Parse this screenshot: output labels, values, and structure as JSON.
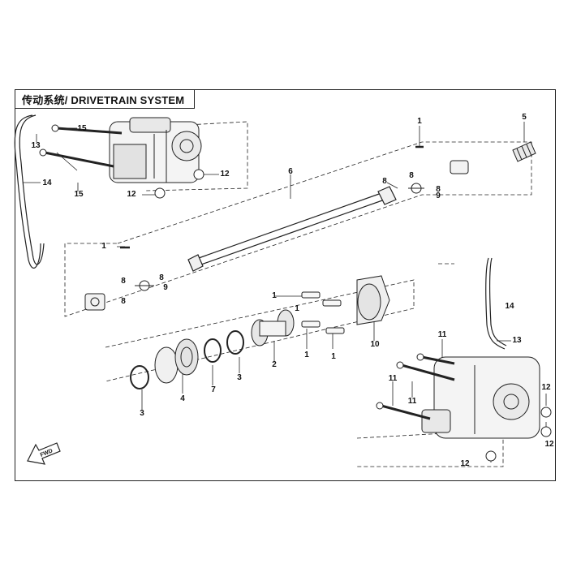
{
  "title": "传动系统/ DRIVETRAIN SYSTEM",
  "fwd_label": "FWD",
  "callouts": [
    {
      "id": "c15a",
      "text": "15"
    },
    {
      "id": "c13a",
      "text": "13"
    },
    {
      "id": "c15b",
      "text": "15"
    },
    {
      "id": "c14a",
      "text": "14"
    },
    {
      "id": "c12a",
      "text": "12"
    },
    {
      "id": "c12b",
      "text": "12"
    },
    {
      "id": "c6",
      "text": "6"
    },
    {
      "id": "c1a",
      "text": "1"
    },
    {
      "id": "c5",
      "text": "5"
    },
    {
      "id": "c8a",
      "text": "8"
    },
    {
      "id": "c8b",
      "text": "8"
    },
    {
      "id": "c8c",
      "text": "8"
    },
    {
      "id": "c9a",
      "text": "9"
    },
    {
      "id": "c1b",
      "text": "1"
    },
    {
      "id": "c8d",
      "text": "8"
    },
    {
      "id": "c8e",
      "text": "8"
    },
    {
      "id": "c9b",
      "text": "9"
    },
    {
      "id": "c8f",
      "text": "8"
    },
    {
      "id": "c1c",
      "text": "1"
    },
    {
      "id": "c1d",
      "text": "1"
    },
    {
      "id": "c1e",
      "text": "1"
    },
    {
      "id": "c1f",
      "text": "1"
    },
    {
      "id": "c10",
      "text": "10"
    },
    {
      "id": "c2",
      "text": "2"
    },
    {
      "id": "c3a",
      "text": "3"
    },
    {
      "id": "c7",
      "text": "7"
    },
    {
      "id": "c4",
      "text": "4"
    },
    {
      "id": "c3b",
      "text": "3"
    },
    {
      "id": "c14b",
      "text": "14"
    },
    {
      "id": "c11a",
      "text": "11"
    },
    {
      "id": "c13b",
      "text": "13"
    },
    {
      "id": "c11b",
      "text": "11"
    },
    {
      "id": "c11c",
      "text": "11"
    },
    {
      "id": "c12c",
      "text": "12"
    },
    {
      "id": "c12d",
      "text": "12"
    },
    {
      "id": "c12e",
      "text": "12"
    }
  ]
}
